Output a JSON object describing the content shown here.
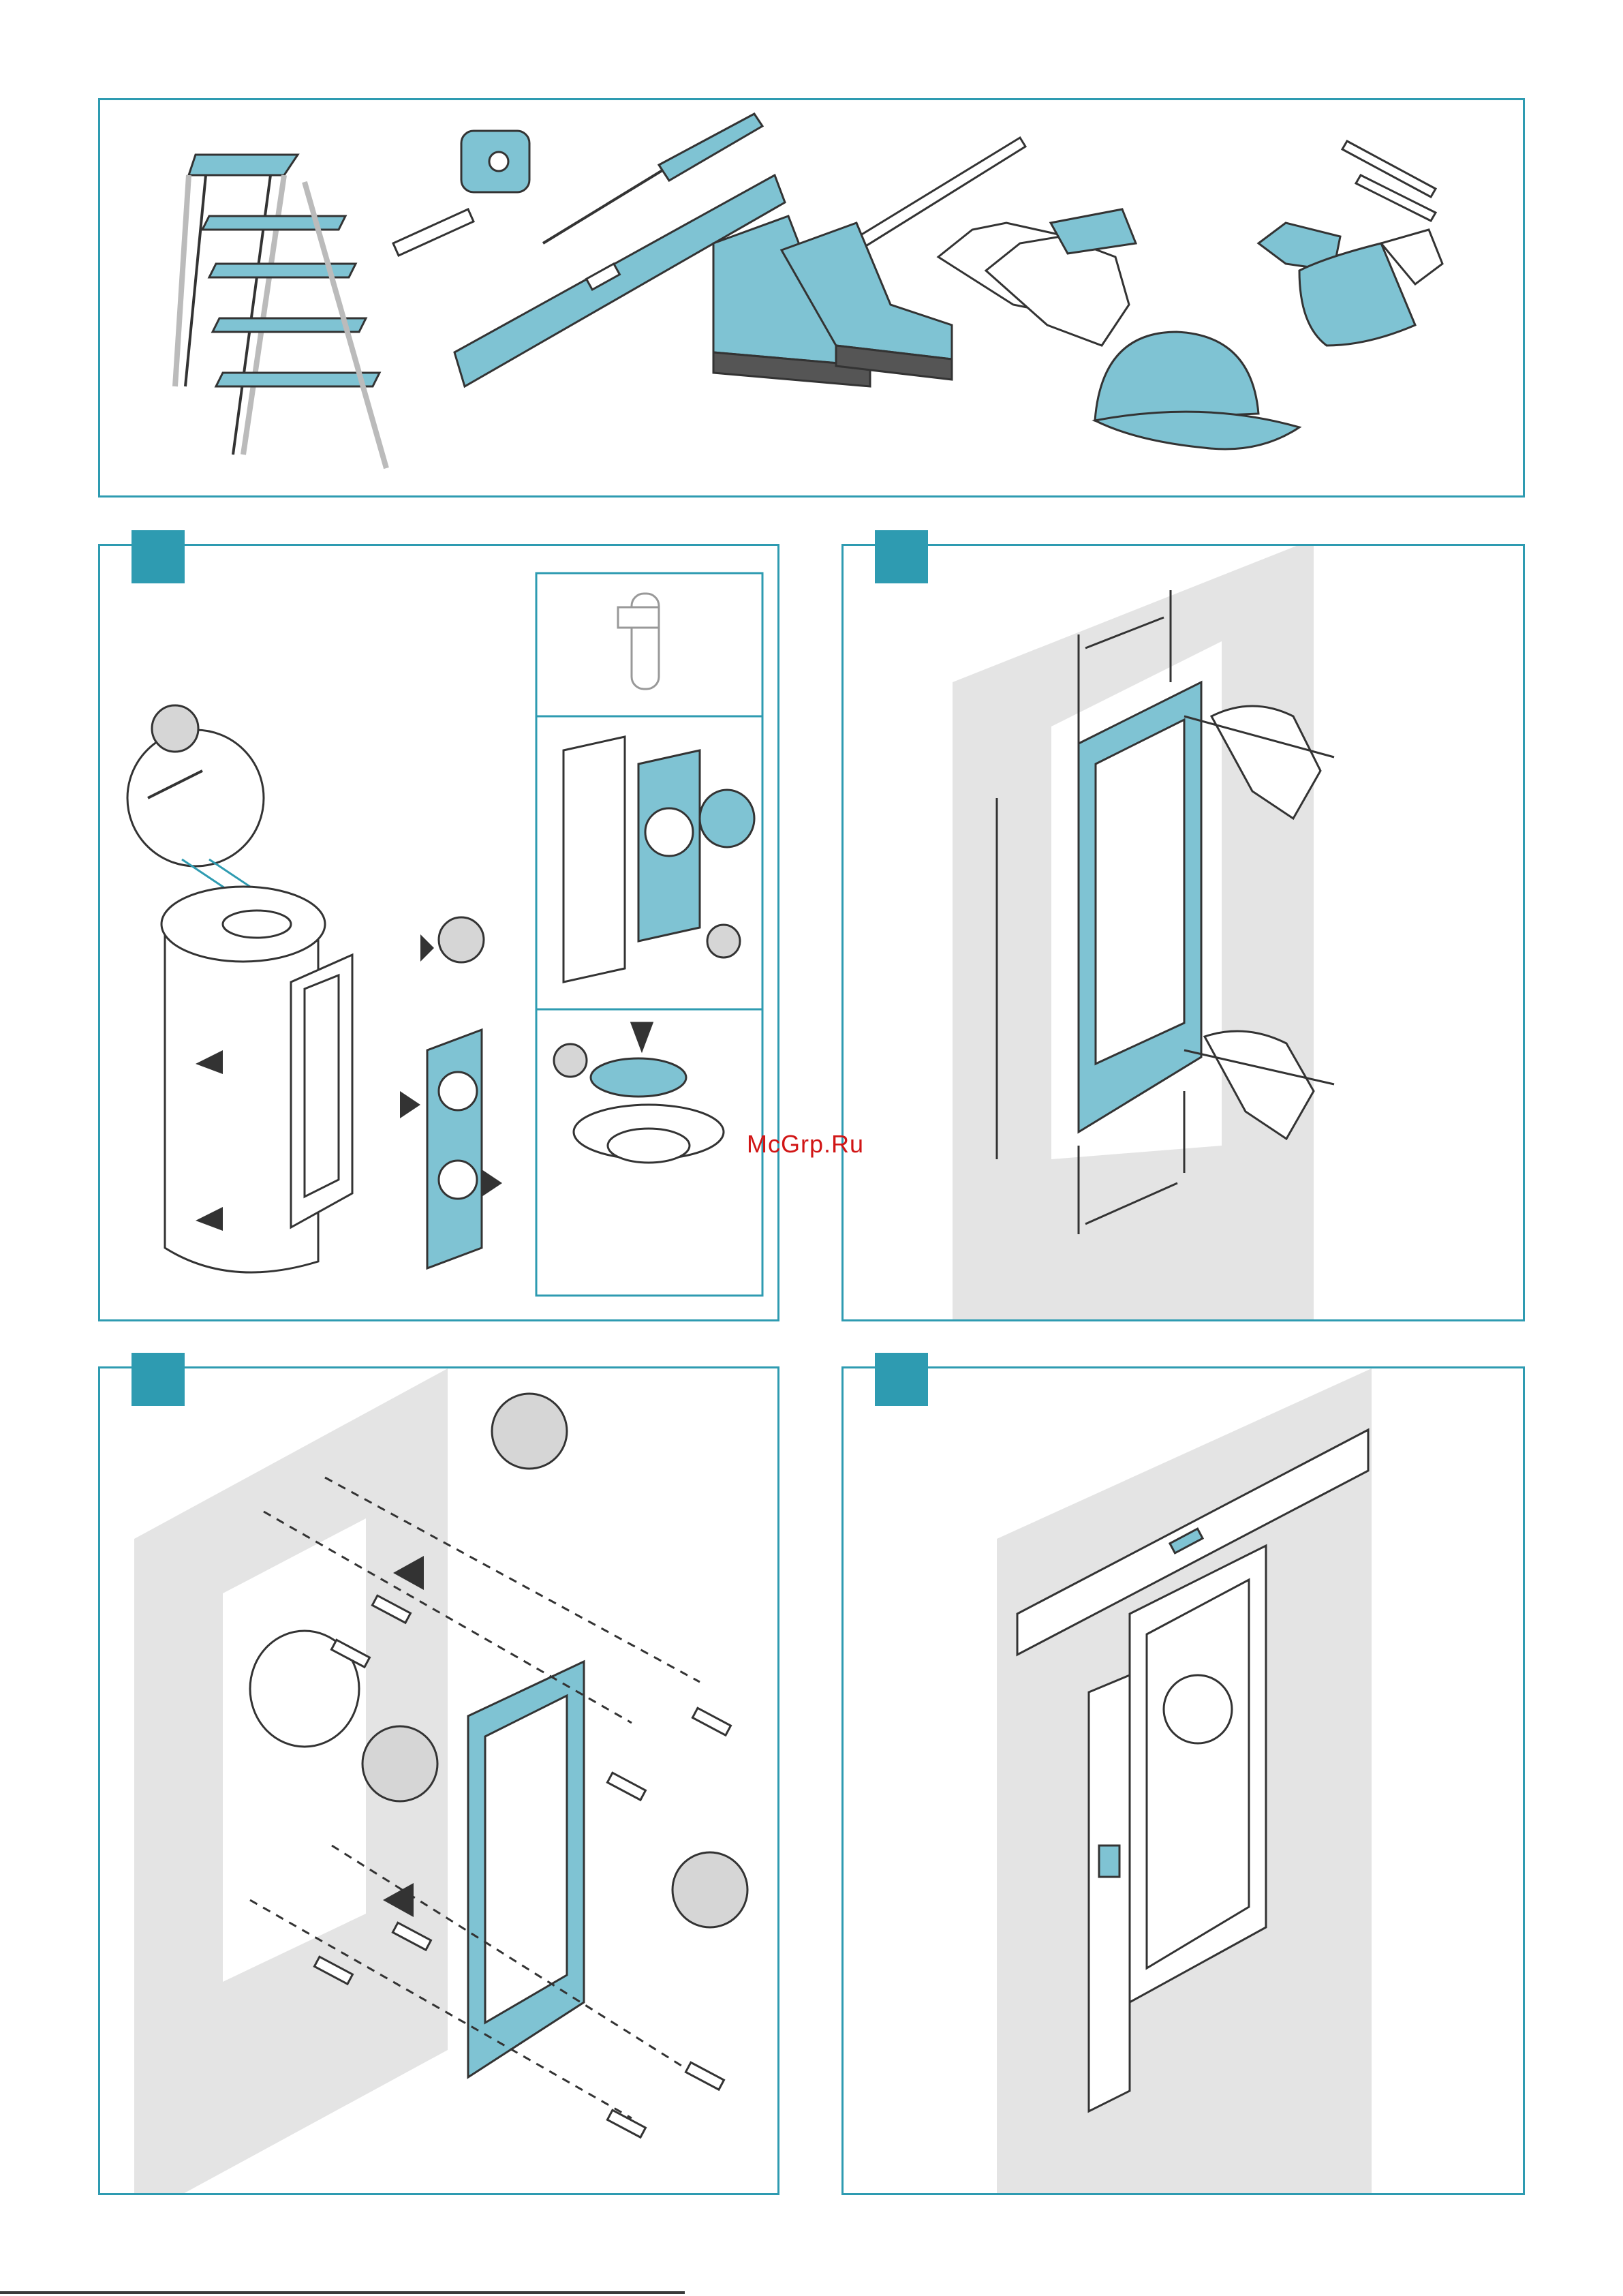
{
  "watermark": {
    "text": "McGrp.Ru"
  },
  "colors": {
    "accent": "#2e9bb1",
    "part_fill": "#7fc3d3",
    "wall_gray": "#e4e4e4",
    "callout_gray": "#d6d6d6"
  },
  "tools": [
    "stepladder",
    "tape-measure",
    "screwdriver",
    "spirit-level",
    "pencil",
    "safety-boots",
    "work-gloves",
    "hard-hat",
    "drill-bits",
    "power-drill"
  ],
  "steps": [
    {
      "panel": "step-1-remove-bracket"
    },
    {
      "panel": "step-2-mark-holes"
    },
    {
      "panel": "step-3-fix-bracket"
    },
    {
      "panel": "step-4-level-check"
    }
  ]
}
